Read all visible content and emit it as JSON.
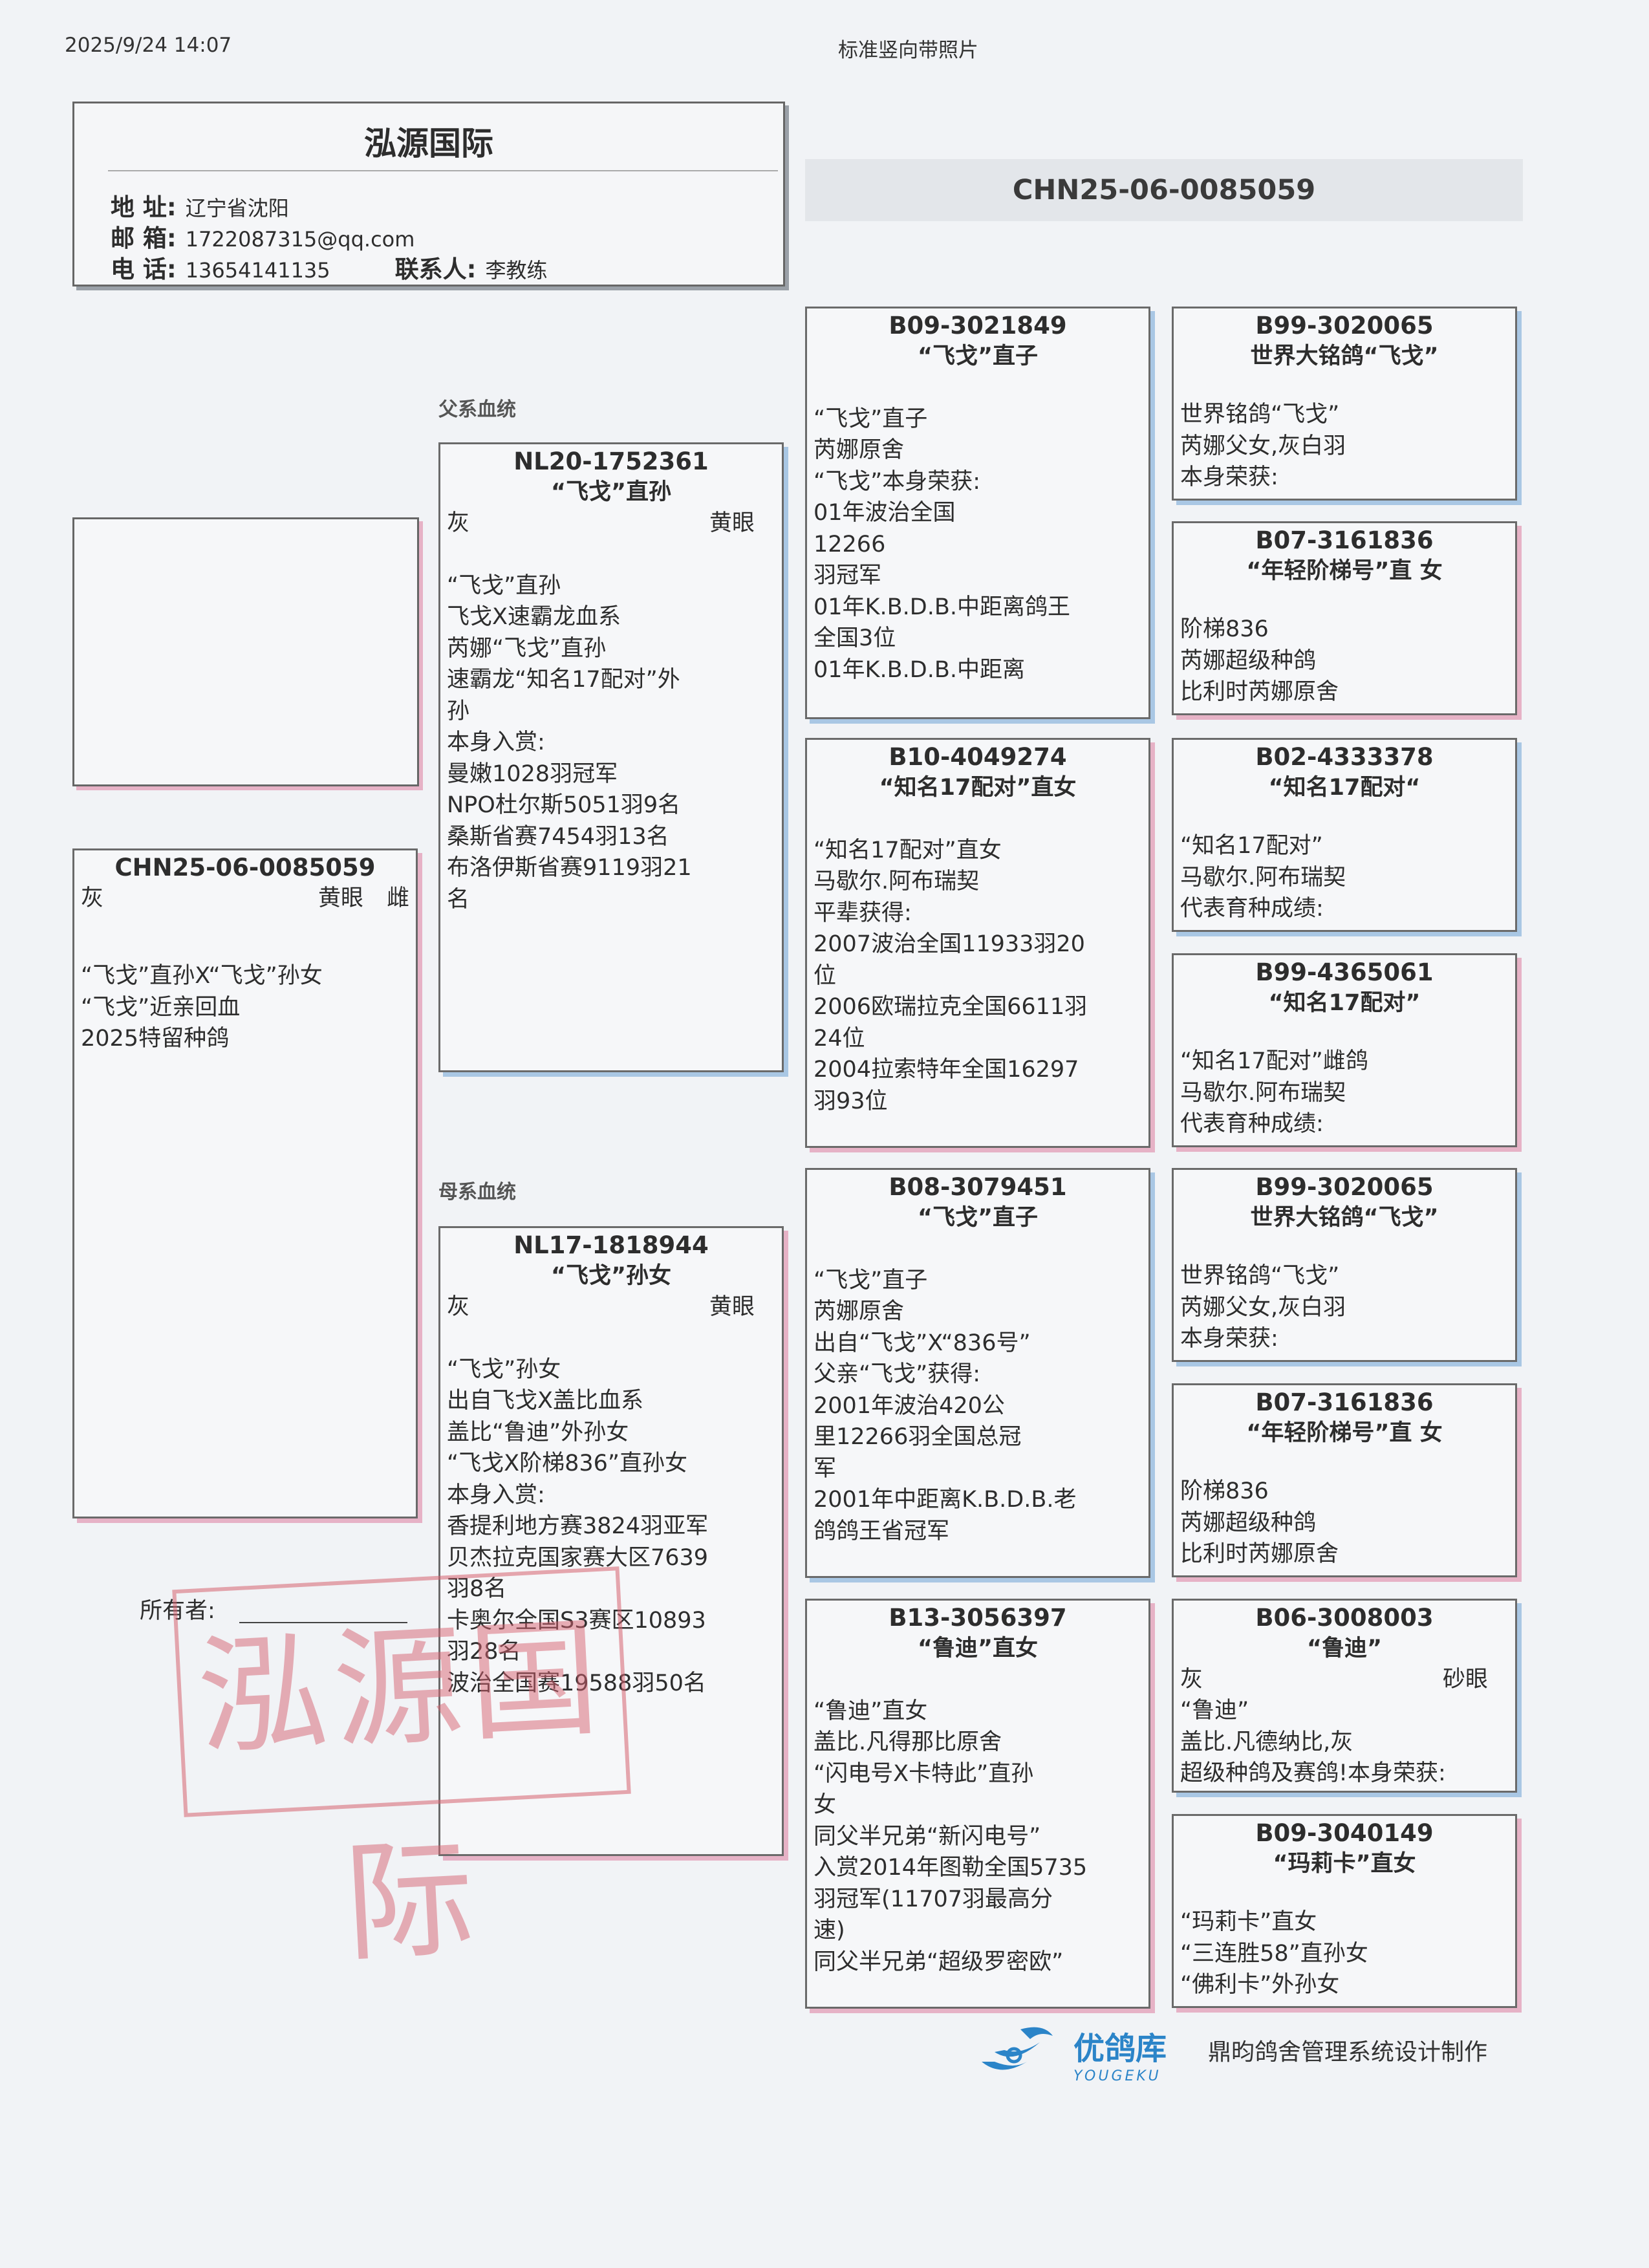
{
  "header": {
    "datetime": "2025/9/24 14:07",
    "doc_type": "标准竖向带照片"
  },
  "owner": {
    "name": "泓源国际",
    "address_label": "地 址:",
    "address": "辽宁省沈阳",
    "email_label": "邮 箱:",
    "email": "1722087315@qq.com",
    "phone_label": "电 话:",
    "phone": "13654141135",
    "contact_label": "联系人:",
    "contact": "李教练"
  },
  "pigeon_ring_header": "CHN25-06-0085059",
  "sections": {
    "sire_line": "父系血统",
    "dam_line": "母系血统"
  },
  "subject": {
    "ring": "CHN25-06-0085059",
    "color": "灰",
    "eye": "黄眼",
    "sex": "雌",
    "notes": "“飞戈”直孙X“飞戈”孙女\n“飞戈”近亲回血\n2025特留种鸽"
  },
  "sire": {
    "ring": "NL20-1752361",
    "name": "“飞戈”直孙",
    "color": "灰",
    "eye": "黄眼",
    "notes": "\n“飞戈”直孙\n飞戈X速霸龙血系\n芮娜“飞戈”直孙\n速霸龙“知名17配对”外\n孙\n本身入赏:\n曼嫩1028羽冠军\nNPO杜尔斯5051羽9名\n桑斯省赛7454羽13名\n布洛伊斯省赛9119羽21\n名"
  },
  "dam": {
    "ring": "NL17-1818944",
    "name": "“飞戈”孙女",
    "color": "灰",
    "eye": "黄眼",
    "notes": "\n“飞戈”孙女\n出自飞戈X盖比血系\n盖比“鲁迪”外孙女\n“飞戈X阶梯836”直孙女\n本身入赏:\n香提利地方赛3824羽亚军\n贝杰拉克国家赛大区7639\n羽8名\n卡奥尔全国S3赛区10893\n羽28名\n波治全国赛19588羽50名"
  },
  "gp": [
    {
      "ring": "B09-3021849",
      "name": "“飞戈”直子",
      "notes": "\n“飞戈”直子\n芮娜原舍\n“飞戈”本身荣获:\n01年波治全国\n12266\n羽冠军\n01年K.B.D.B.中距离鸽王\n全国3位\n01年K.B.D.B.中距离"
    },
    {
      "ring": "B10-4049274",
      "name": "“知名17配对”直女",
      "notes": "\n“知名17配对”直女\n马歇尔.阿布瑞契\n平辈获得:\n2007波治全国11933羽20\n位\n2006欧瑞拉克全国6611羽\n24位\n2004拉索特年全国16297\n羽93位"
    },
    {
      "ring": "B08-3079451",
      "name": "“飞戈”直子",
      "notes": "\n“飞戈”直子\n芮娜原舍\n出自“飞戈”X“836号”\n父亲“飞戈”获得:\n2001年波治420公\n里12266羽全国总冠\n军\n2001年中距离K.B.D.B.老\n鸽鸽王省冠军"
    },
    {
      "ring": "B13-3056397",
      "name": "“鲁迪”直女",
      "notes": "\n“鲁迪”直女\n盖比.凡得那比原舍\n“闪电号X卡特此”直孙\n女\n同父半兄弟“新闪电号”\n入赏2014年图勒全国5735\n羽冠军(11707羽最高分\n速)\n同父半兄弟“超级罗密欧”"
    }
  ],
  "ggp": [
    {
      "ring": "B99-3020065",
      "name": "世界大铭鸽“飞戈”",
      "notes": "世界铭鸽“飞戈”\n芮娜父女,灰白羽\n本身荣获:"
    },
    {
      "ring": "B07-3161836",
      "name": "“年轻阶梯号”直 女",
      "notes": "阶梯836\n芮娜超级种鸽\n比利时芮娜原舍"
    },
    {
      "ring": "B02-4333378",
      "name": "“知名17配对“",
      "notes": "“知名17配对”\n马歇尔.阿布瑞契\n代表育种成绩:"
    },
    {
      "ring": "B99-4365061",
      "name": "“知名17配对”",
      "notes": "“知名17配对”雌鸽\n马歇尔.阿布瑞契\n代表育种成绩:"
    },
    {
      "ring": "B99-3020065",
      "name": "世界大铭鸽“飞戈”",
      "notes": "世界铭鸽“飞戈”\n芮娜父女,灰白羽\n本身荣获:"
    },
    {
      "ring": "B07-3161836",
      "name": "“年轻阶梯号”直 女",
      "notes": "阶梯836\n芮娜超级种鸽\n比利时芮娜原舍"
    },
    {
      "ring": "B06-3008003",
      "name": "“鲁迪”",
      "color": "灰",
      "eye": "砂眼",
      "notes": "“鲁迪”\n盖比.凡德纳比,灰\n超级种鸽及赛鸽!本身荣获:"
    },
    {
      "ring": "B09-3040149",
      "name": "“玛莉卡”直女",
      "notes": "“玛莉卡”直女\n“三连胜58”直孙女\n“佛利卡”外孙女"
    }
  ],
  "owner_signature_label": "所有者:",
  "seal_text": "泓源国际",
  "logo": {
    "name": "优鸽库",
    "sub": "YOUGEKU"
  },
  "credit": "鼎昀鸽舍管理系统设计制作",
  "colors": {
    "male_shadow": "#a9c7e4",
    "female_shadow": "#e6b2c6",
    "logo": "#2b84c8"
  }
}
